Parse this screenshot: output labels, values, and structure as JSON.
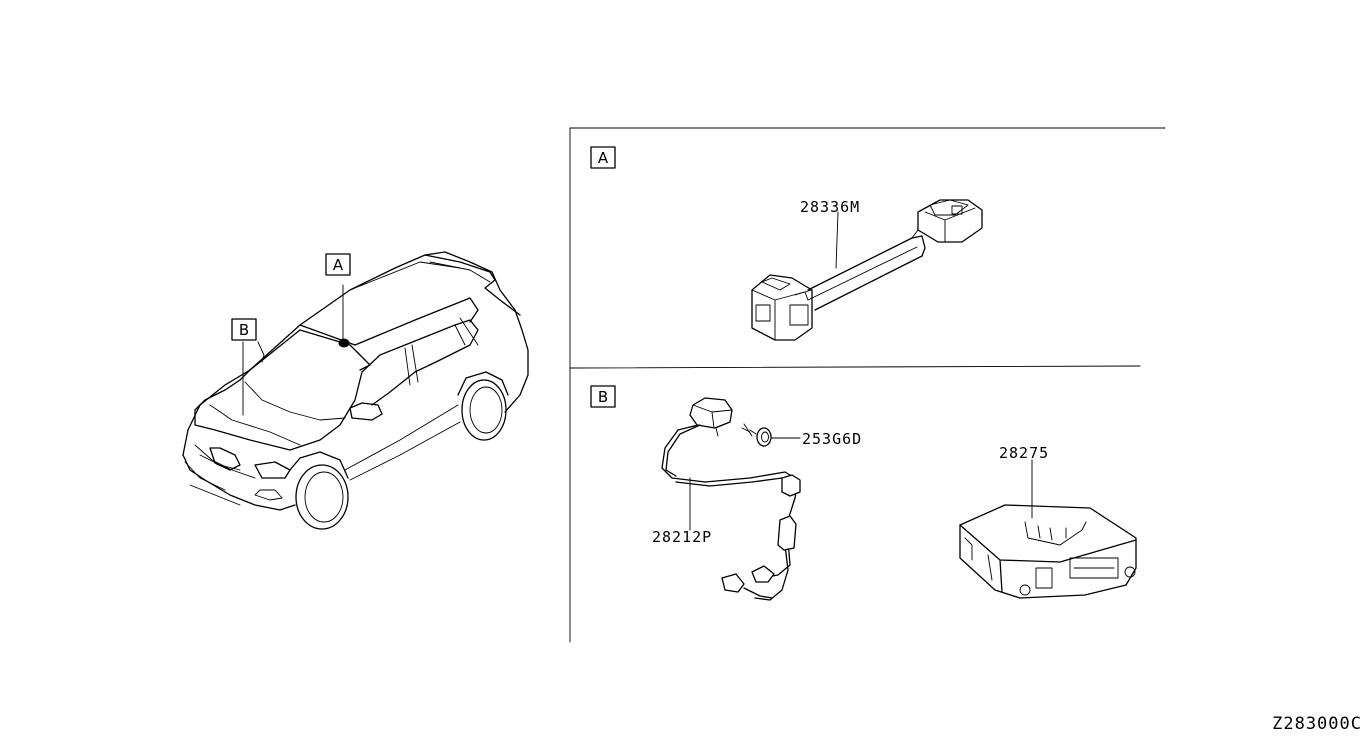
{
  "diagram_code": "Z283000C",
  "car": {
    "callouts": [
      {
        "id": "car-callout-a",
        "label": "A"
      },
      {
        "id": "car-callout-b",
        "label": "B"
      }
    ]
  },
  "panel_a": {
    "label": "A",
    "parts": [
      {
        "part_number": "28336M"
      }
    ]
  },
  "panel_b": {
    "label": "B",
    "parts": [
      {
        "part_number": "253G6D"
      },
      {
        "part_number": "28212P"
      },
      {
        "part_number": "28275"
      }
    ]
  }
}
